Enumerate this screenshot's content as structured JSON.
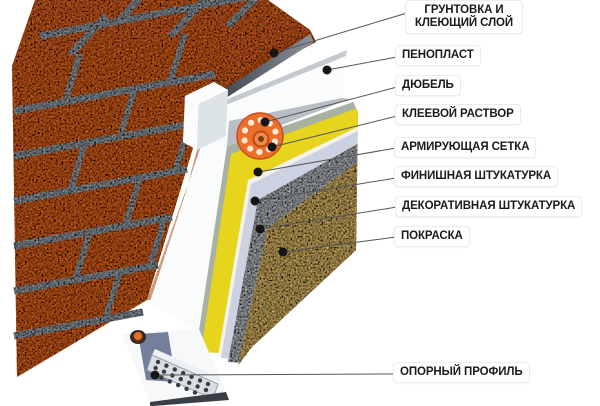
{
  "figure": {
    "type": "construction-cutaway-diagram",
    "subject": "Схема утепления стены (фасадная система)",
    "language": "ru"
  },
  "labels": [
    {
      "id": "primer-adhesive",
      "text": "ГРУНТОВКА И\nКЛЕЮЩИЙ СЛОЙ"
    },
    {
      "id": "foam",
      "text": "ПЕНОПЛАСТ"
    },
    {
      "id": "dowel",
      "text": "ДЮБЕЛЬ"
    },
    {
      "id": "glue-mortar",
      "text": "КЛЕЕВОЙ РАСТВОР"
    },
    {
      "id": "reinforcing-mesh",
      "text": "АРМИРУЮЩАЯ СЕТКА"
    },
    {
      "id": "finish-plaster",
      "text": "ФИНИШНАЯ ШТУКАТУРКА"
    },
    {
      "id": "decorative-plaster",
      "text": "ДЕКОРАТИВНАЯ ШТУКАТУРКА"
    },
    {
      "id": "paint",
      "text": "ПОКРАСКА"
    },
    {
      "id": "support-profile",
      "text": "ОПОРНЫЙ ПРОФИЛЬ"
    }
  ],
  "diagram_parts": [
    "кирпичная стена",
    "грунтовка и клеющий слой",
    "пенопласт",
    "дюбель",
    "клеевой раствор",
    "армирующая сетка",
    "финишная штукатурка",
    "декоративная штукатурка",
    "покраска",
    "опорный профиль"
  ],
  "colors": {
    "brick": "#f26f2b",
    "brick_dark": "#d95a1e",
    "mortar": "#a3aeb8",
    "foam": "#eef3f5",
    "primer_dark_strip": "#4b515b",
    "glue_yellow": "#e6d41d",
    "finish_plaster": "#cdd2e2",
    "decorative_plaster": "#c6cbd0",
    "paint_tan": "#edc772",
    "dowel_orange": "#ee6e2c",
    "profile_metal": "#d9dee3",
    "callout_line": "#555555",
    "callout_dot": "#151515"
  }
}
